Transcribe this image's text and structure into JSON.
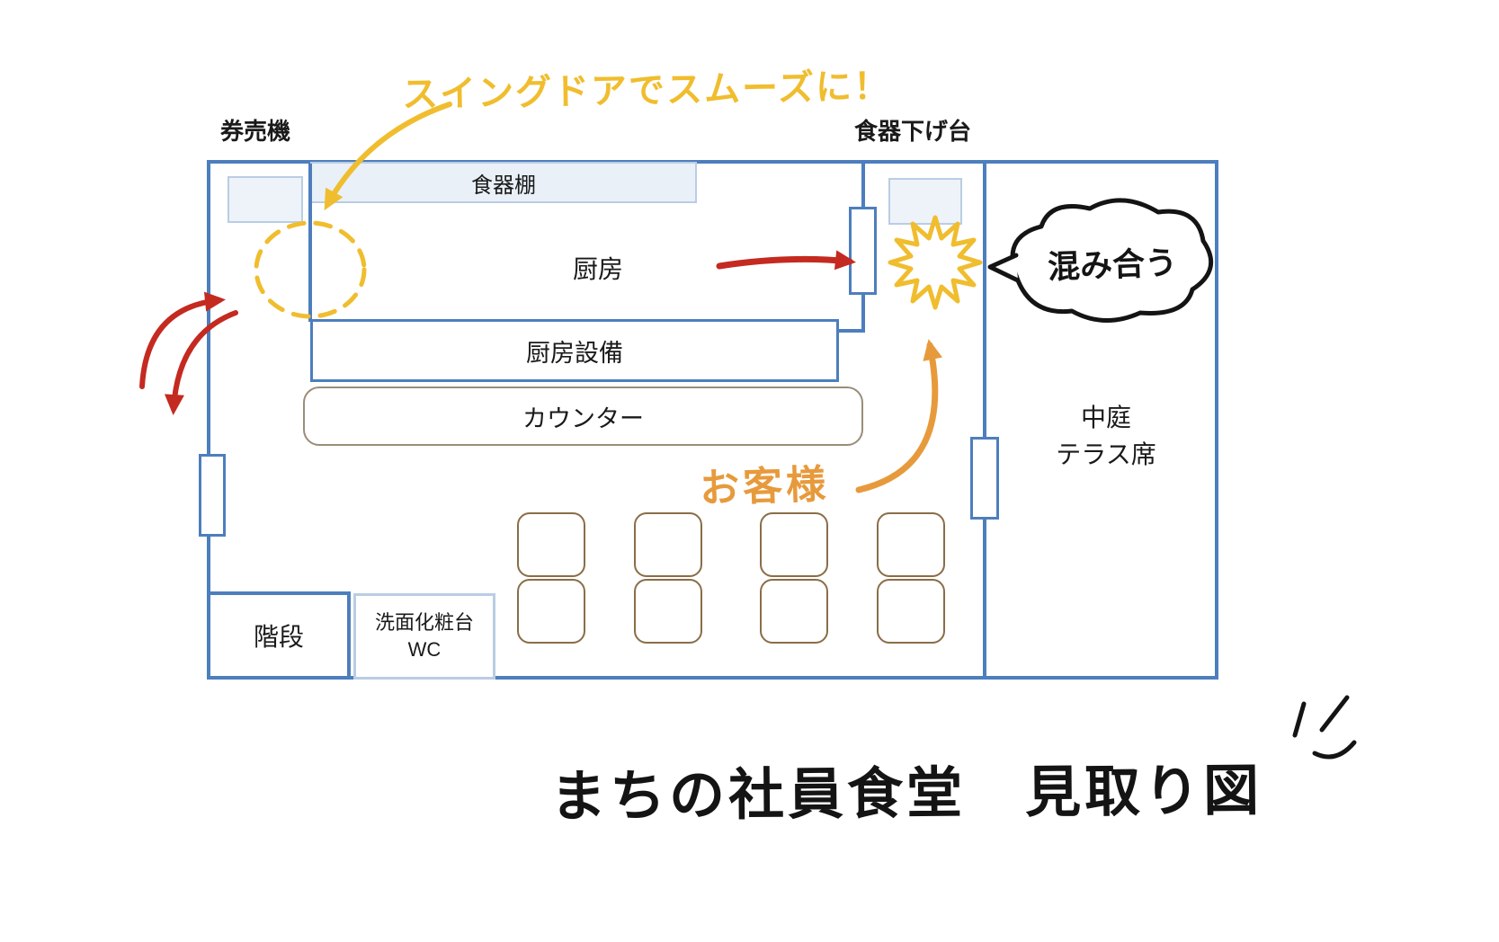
{
  "title": "まちの社員食堂　見取り図",
  "rooms": {
    "ticket_machine": "券売機",
    "dish_return": "食器下げ台",
    "dish_shelf": "食器棚",
    "kitchen": "厨房",
    "kitchen_equipment": "厨房設備",
    "counter": "カウンター",
    "stairs": "階段",
    "washroom": "洗面化粧台",
    "wc": "WC",
    "terrace_line1": "中庭",
    "terrace_line2": "テラス席"
  },
  "annotations": {
    "swing_door": "スイングドアでスムーズに！",
    "crowded": "混み合う",
    "customers": "お客様"
  },
  "colors": {
    "wall": "#4d7ebd",
    "light_border": "#b9cde4",
    "light_fill": "#eef3f9",
    "table_stroke": "#8a6d47",
    "counter_border": "#9a8c79",
    "arrow_red": "#c42a20",
    "marker_yellow": "#f0bd2e",
    "marker_orange": "#e79a3c",
    "ink": "#141414"
  }
}
